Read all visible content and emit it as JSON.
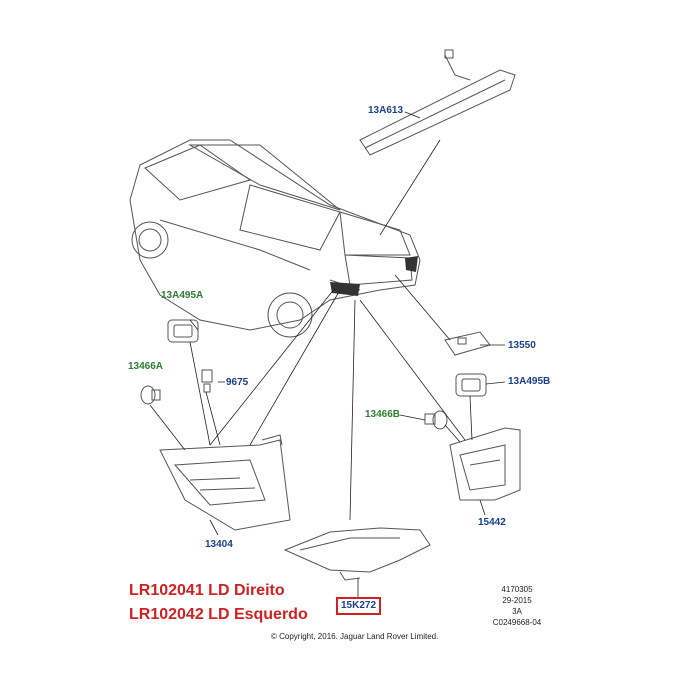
{
  "parts": {
    "high_mount_stop_lamp": "13A613",
    "bulb_holder_left": "13A495A",
    "bulb_left": "13466A",
    "clip": "9675",
    "plate_lamp": "13550",
    "bulb_holder_right": "13A495B",
    "bulb_right": "13466B",
    "tail_lamp_left": "13404",
    "tail_lamp_right": "15442",
    "reflector_bumper": "15K272"
  },
  "notes": {
    "line1": "LR102041 LD Direito",
    "line2": "LR102042 LD Esquerdo"
  },
  "meta": {
    "number": "4170305",
    "date": "29-2015",
    "code": "3A",
    "ref": "C0249668-04"
  },
  "copyright": "© Copyright, 2016. Jaguar Land Rover Limited.",
  "colors": {
    "part_label": "#1a3f8f",
    "bulb_label": "#2e7d32",
    "highlight": "#d32020"
  }
}
